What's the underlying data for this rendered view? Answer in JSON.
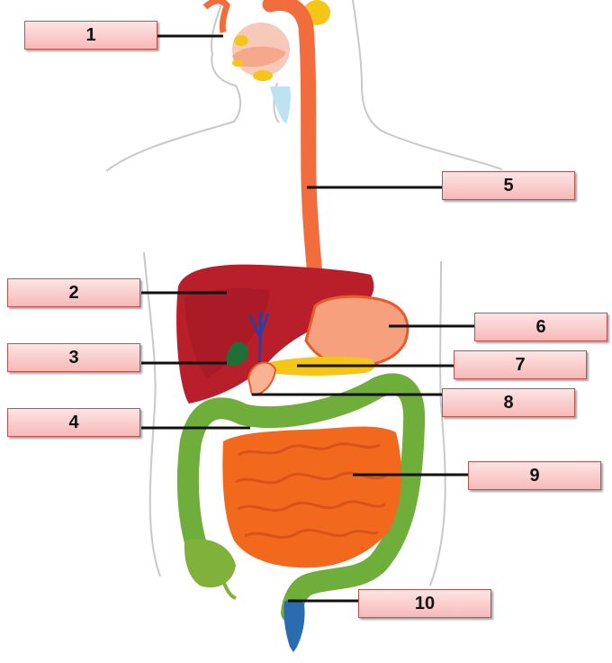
{
  "labels": {
    "l1": "1",
    "l2": "2",
    "l3": "3",
    "l4": "4",
    "l5": "5",
    "l6": "6",
    "l7": "7",
    "l8": "8",
    "l9": "9",
    "l10": "10"
  },
  "colors": {
    "label_fill": "#f7b9b9",
    "label_border": "#c0504d",
    "pointer": "#111111",
    "esophagus": "#f26d3d",
    "liver": "#b81f2b",
    "gallbladder": "#1f7a3a",
    "large_intestine": "#6fae3a",
    "small_intestine": "#f2691e",
    "rectum": "#2b6cb0",
    "salivary": "#f5c518"
  }
}
